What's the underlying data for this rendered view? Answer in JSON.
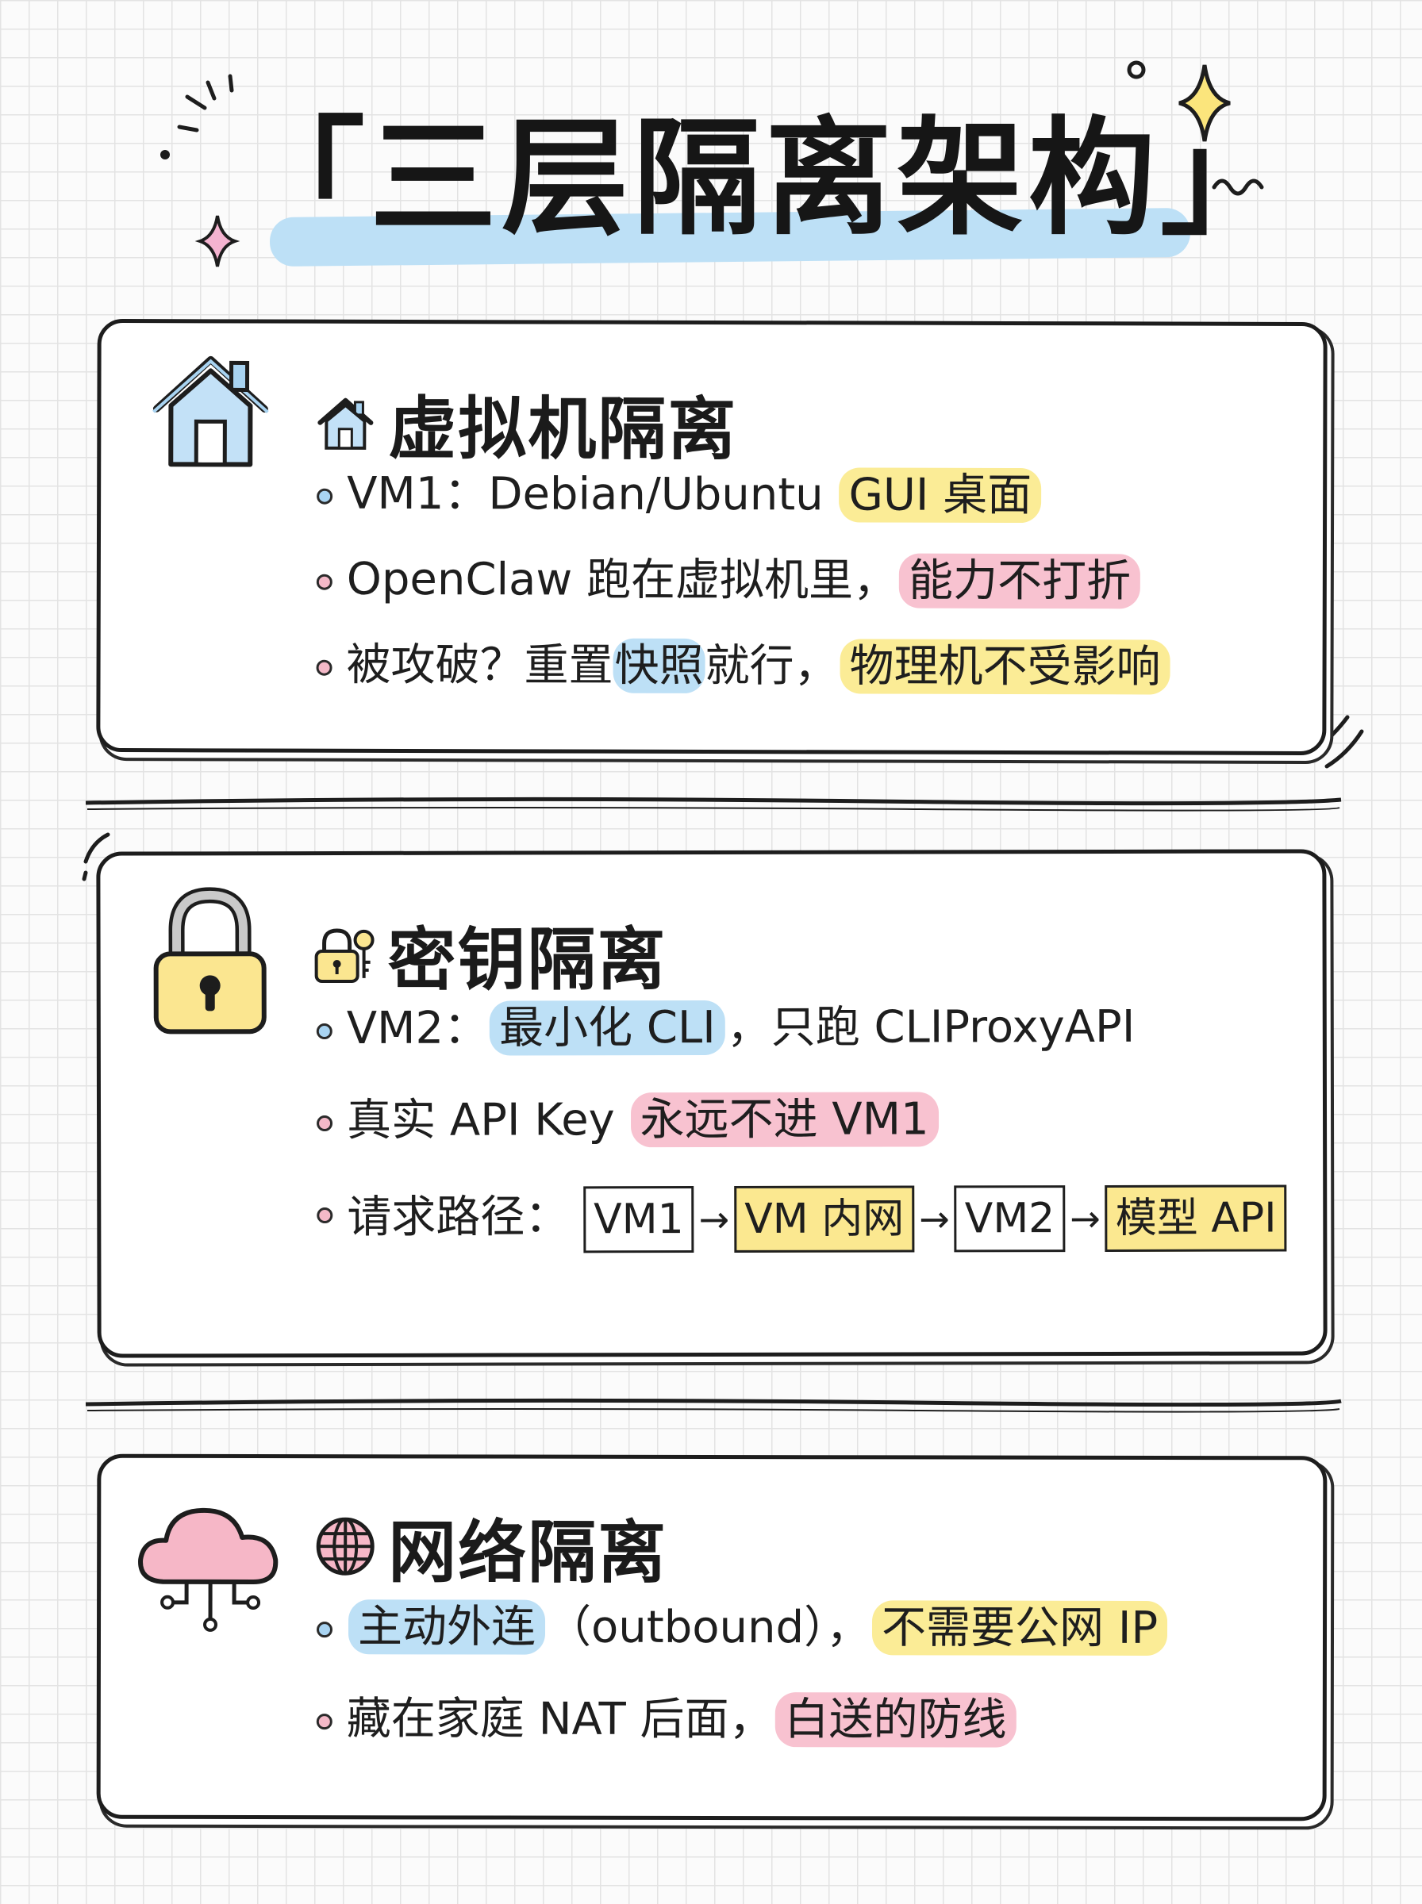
{
  "title": "「三层隔离架构」",
  "colors": {
    "highlight_yellow": "#fbec96",
    "highlight_pink": "#f8c2d0",
    "highlight_blue": "#bde0f6",
    "ink": "#1d1d1d"
  },
  "cards": [
    {
      "icon": "house-icon",
      "heading": "虚拟机隔离",
      "points": [
        {
          "text": "VM1：Debian/Ubuntu ",
          "highlight": "GUI 桌面"
        },
        {
          "text": "OpenClaw 跑在虚拟机里，",
          "highlight": "能力不打折"
        },
        {
          "pre": "被攻破？重置",
          "mid": "快照",
          "post": "就行，",
          "highlight": "物理机不受影响"
        }
      ]
    },
    {
      "icon": "padlock-icon",
      "heading": "密钥隔离",
      "points": [
        {
          "pre": "VM2：",
          "highlight": "最小化 CLI",
          "post": "，只跑 CLIProxyAPI"
        },
        {
          "pre": "真实 API Key ",
          "highlight": "永远不进 VM1"
        },
        {
          "label": "请求路径：",
          "flow": [
            "VM1",
            "VM 内网",
            "VM2",
            "模型 API"
          ]
        }
      ]
    },
    {
      "icon": "cloud-icon",
      "heading": "网络隔离",
      "points": [
        {
          "highlight_a": "主动外连",
          "mid": "（outbound），",
          "highlight_b": "不需要公网 IP"
        },
        {
          "pre": "藏在家庭 NAT 后面，",
          "highlight": "白送的防线"
        }
      ]
    }
  ]
}
